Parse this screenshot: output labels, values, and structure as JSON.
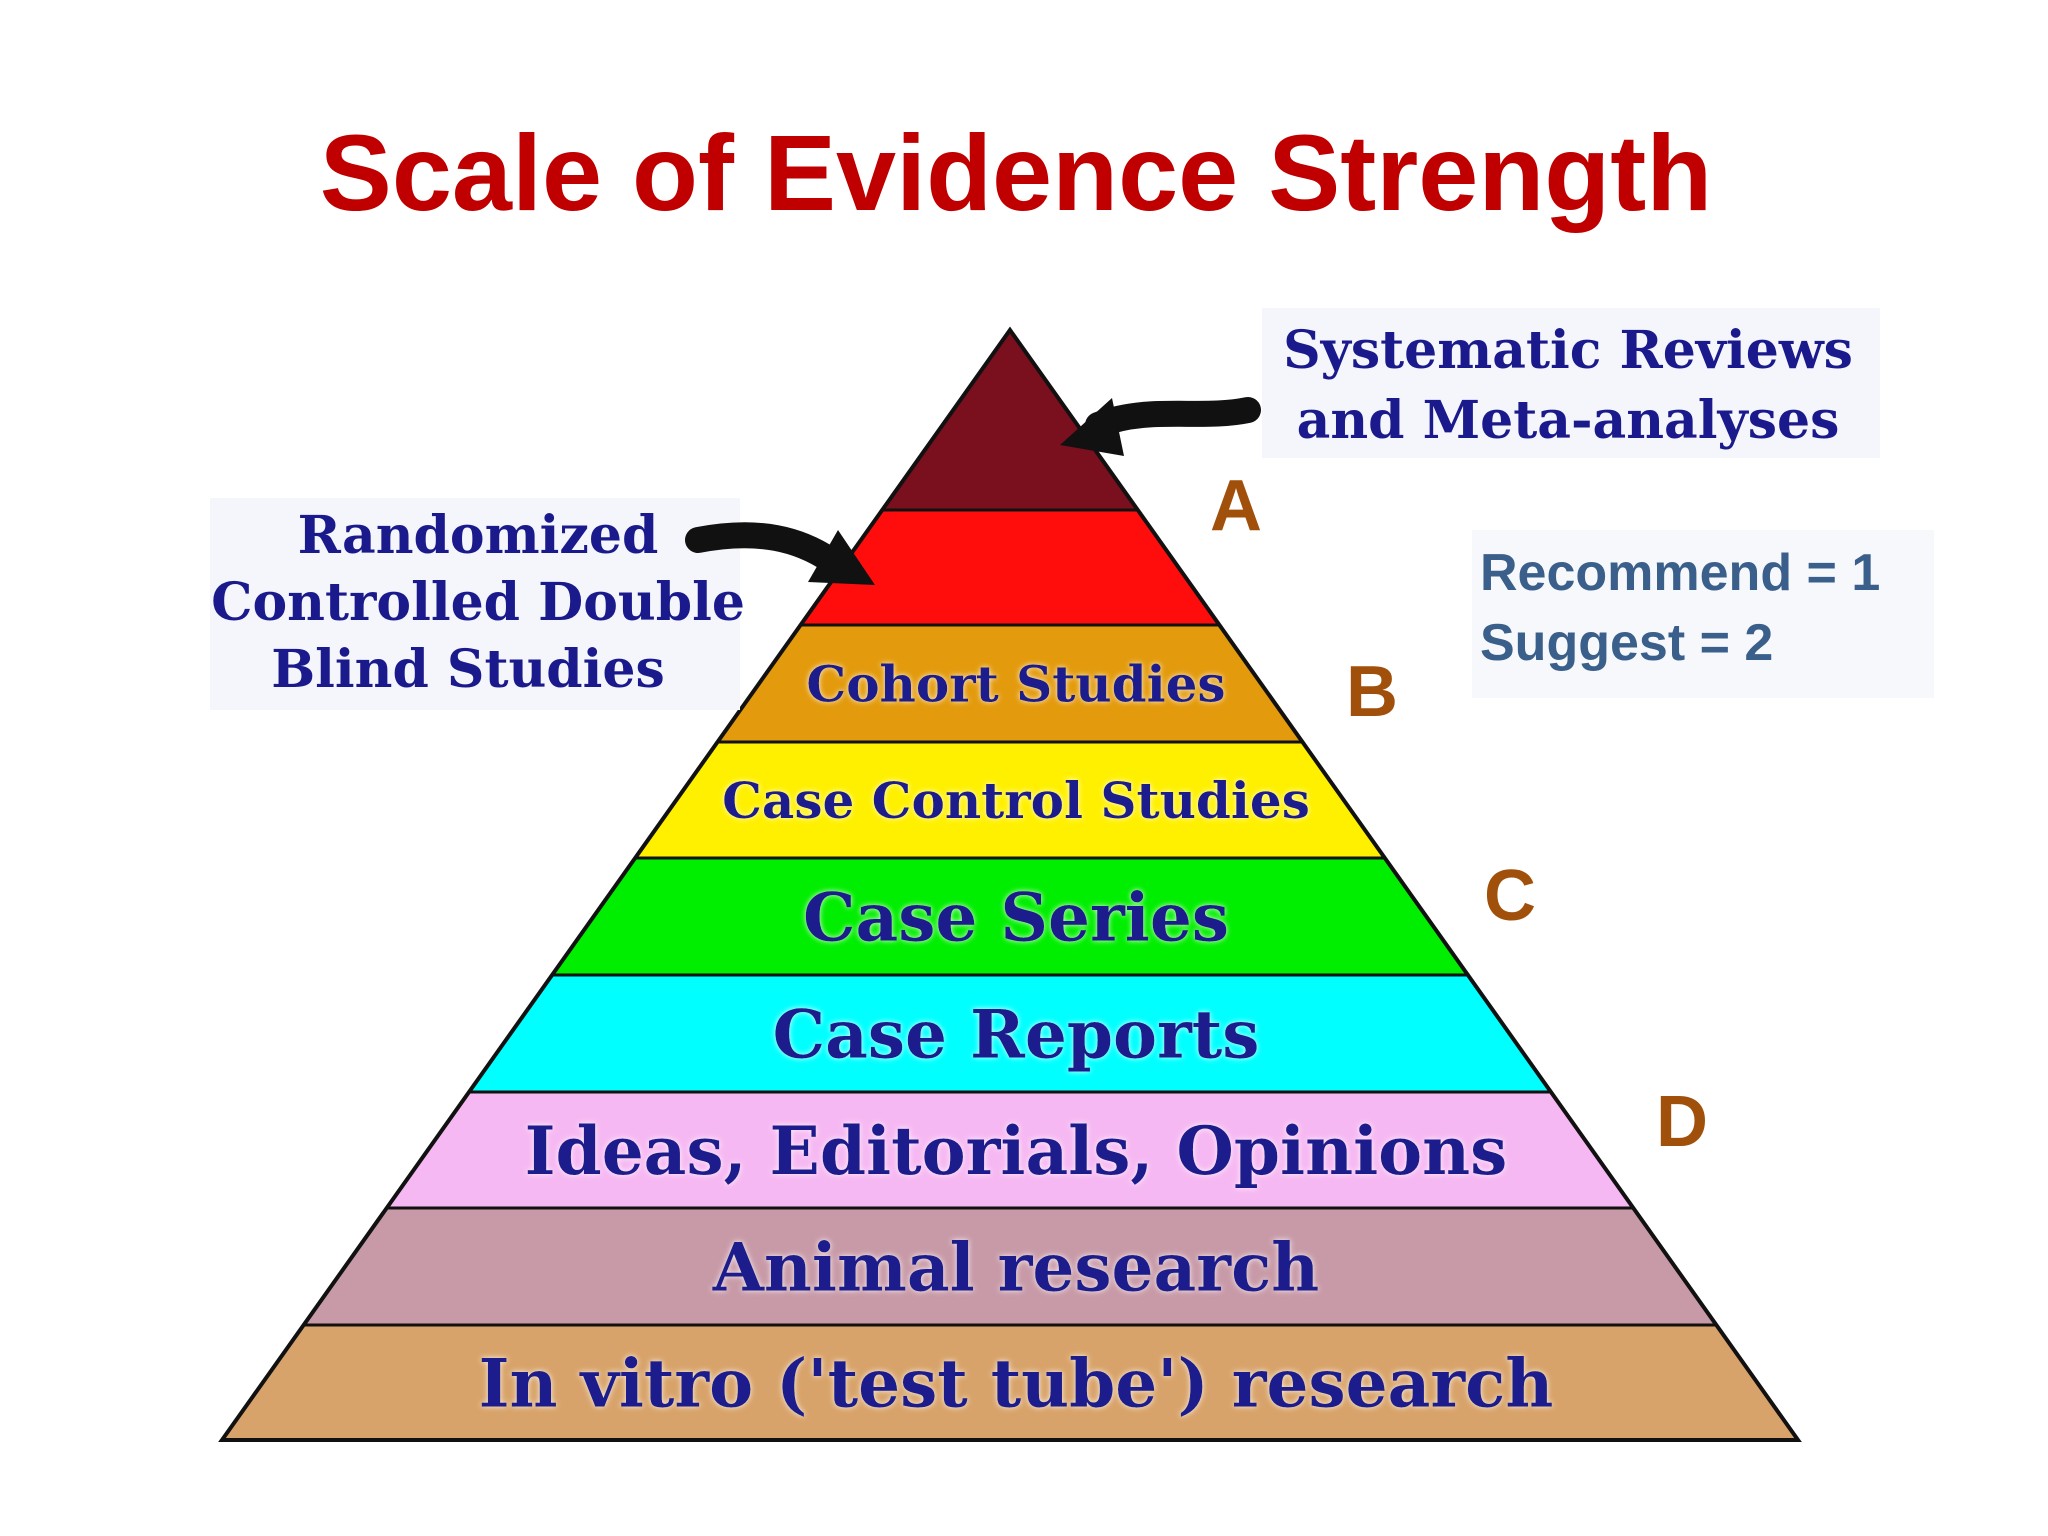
{
  "title": "Scale of Evidence Strength",
  "colors": {
    "title": "#c00000",
    "layer_text": "#1a1a8c",
    "grade_letter": "#a0500a",
    "legend_text": "#3a5f8a",
    "outline": "#111111",
    "arrow": "#111111"
  },
  "pyramid": {
    "layers": [
      {
        "label": "",
        "color": "#7a0f1e"
      },
      {
        "label": "",
        "color": "#ff0d0d"
      },
      {
        "label": "Cohort Studies",
        "color": "#e39a0c"
      },
      {
        "label": "Case Control Studies",
        "color": "#fff000"
      },
      {
        "label": "Case Series",
        "color": "#00ee00"
      },
      {
        "label": "Case Reports",
        "color": "#00ffff"
      },
      {
        "label": "Ideas, Editorials, Opinions",
        "color": "#f6b8f2"
      },
      {
        "label": "Animal research",
        "color": "#c89aa8"
      },
      {
        "label": "In vitro ('test tube') research",
        "color": "#d8a36a"
      }
    ]
  },
  "callouts": {
    "systematic": [
      "Systematic Reviews",
      "and Meta-analyses"
    ],
    "randomized": [
      "Randomized",
      "Controlled Double",
      "Blind Studies"
    ]
  },
  "grades": [
    "A",
    "B",
    "C",
    "D"
  ],
  "legend": [
    "Recommend = 1",
    "Suggest = 2"
  ]
}
